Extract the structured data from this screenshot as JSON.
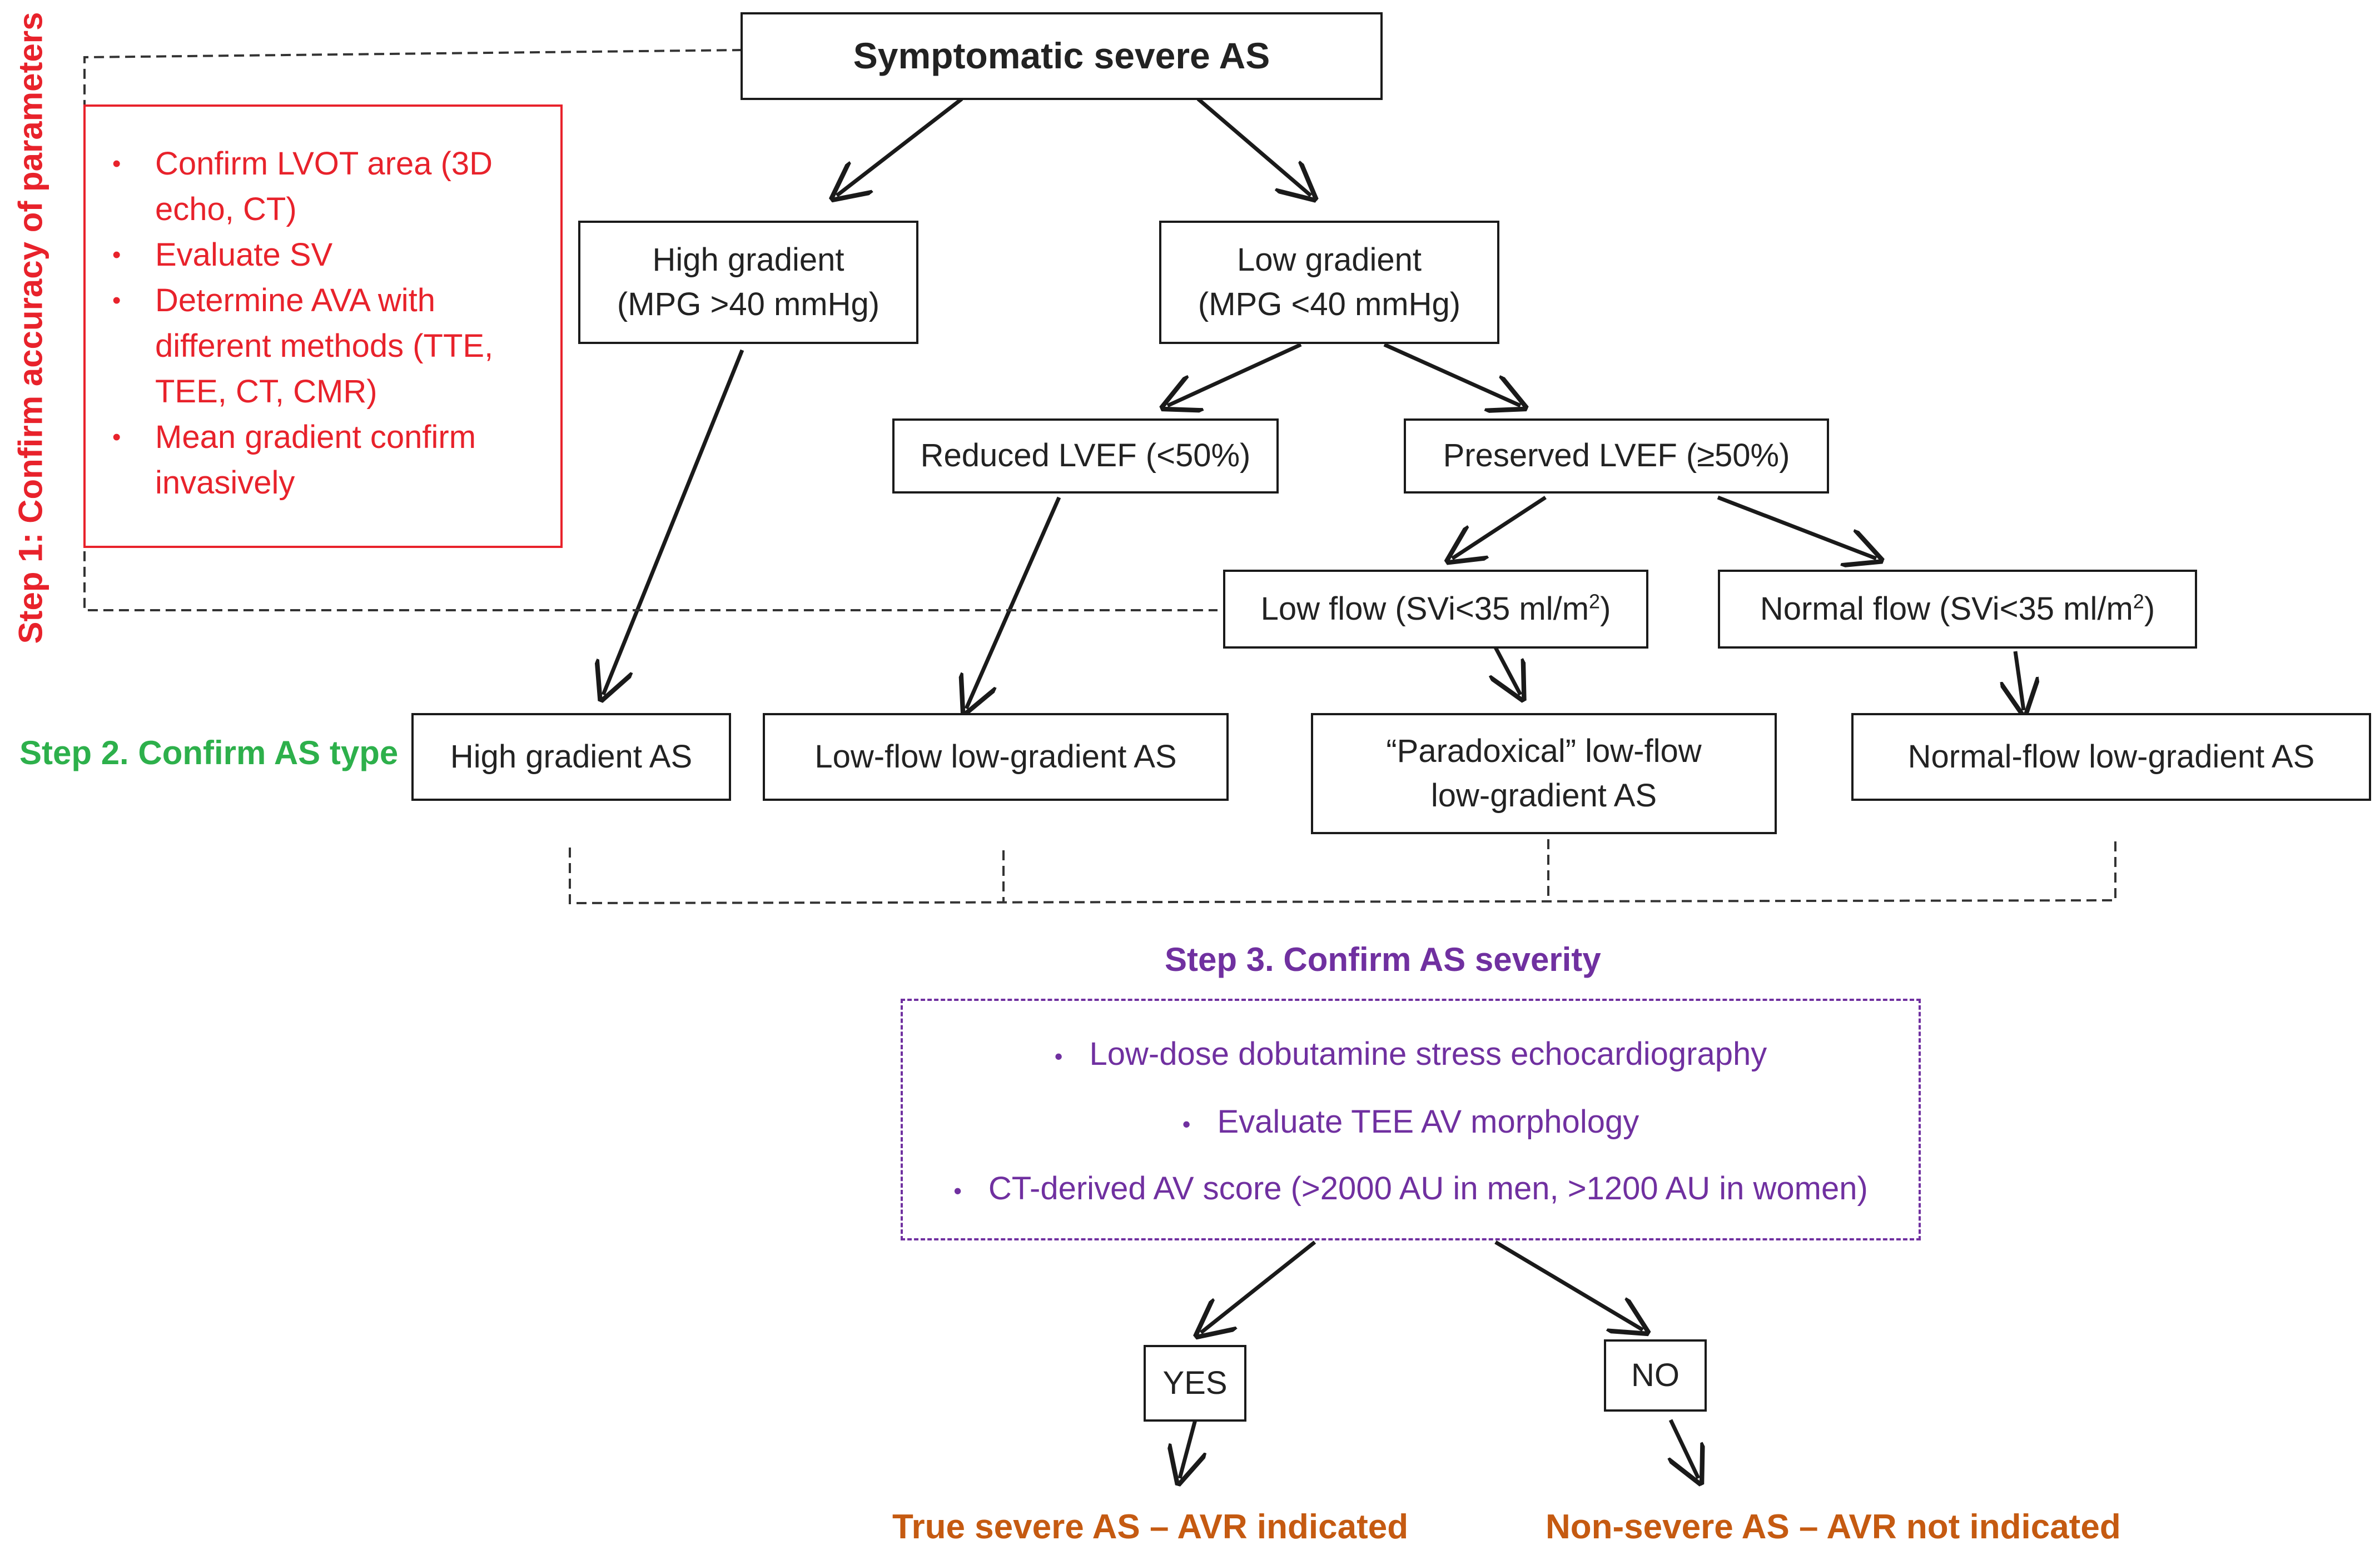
{
  "top": {
    "title": "Symptomatic severe AS"
  },
  "step1": {
    "label": "Step 1: Confirm accuracy of parameters",
    "items": [
      [
        "Confirm LVOT area (3D",
        "echo, CT)"
      ],
      [
        "Evaluate SV"
      ],
      [
        "Determine AVA with",
        "different methods (TTE,",
        "TEE, CT, CMR)"
      ],
      [
        "Mean gradient confirm",
        "invasively"
      ]
    ]
  },
  "gradients": {
    "high": {
      "line1": "High gradient",
      "line2": "(MPG >40 mmHg)"
    },
    "low": {
      "line1": "Low gradient",
      "line2": "(MPG <40 mmHg)"
    }
  },
  "lvef": {
    "reduced": "Reduced LVEF (<50%)",
    "preserved": "Preserved LVEF (≥50%)"
  },
  "flow": {
    "low": {
      "text": "Low flow (SVi<35 ml/m",
      "sup": "2",
      "close": ")"
    },
    "normal": {
      "text": "Normal flow (SVi<35 ml/m",
      "sup": "2",
      "close": ")"
    }
  },
  "step2": {
    "label": "Step 2. Confirm AS type",
    "types": {
      "high_gradient": "High gradient AS",
      "lflg": "Low-flow low-gradient AS",
      "paradoxical_1": "“Paradoxical” low-flow",
      "paradoxical_2": "low-gradient AS",
      "nflg": "Normal-flow low-gradient AS"
    }
  },
  "step3": {
    "label": "Step 3. Confirm AS severity",
    "items": [
      "Low-dose dobutamine stress echocardiography",
      "Evaluate TEE AV morphology",
      "CT-derived AV score (>2000 AU in men, >1200 AU in women)"
    ]
  },
  "decision": {
    "yes": "YES",
    "no": "NO"
  },
  "results": {
    "yes": "True severe AS – AVR indicated",
    "no": "Non-severe AS – AVR not indicated"
  },
  "colors": {
    "step1": "#e8222b",
    "step2": "#2db04b",
    "step3": "#7030a0",
    "result": "#c55a11",
    "box_border": "#1a1a1a"
  }
}
